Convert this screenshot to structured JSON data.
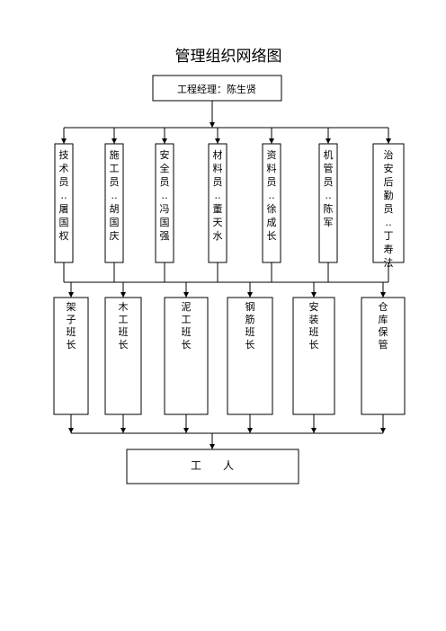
{
  "title": "管理组织网络图",
  "manager": "工程经理：陈生贤",
  "staff": [
    "技术员：屠国权",
    "施工员：胡国庆",
    "安全员：冯国强",
    "材料员：董天水",
    "资料员：徐成长",
    "机管员：陈军",
    "治安后勤员：丁寿法"
  ],
  "teams": [
    "架子班长",
    "木工班长",
    "泥工班长",
    "钢筋班长",
    "安装班长",
    "仓库保管"
  ],
  "workers": "工　　人"
}
